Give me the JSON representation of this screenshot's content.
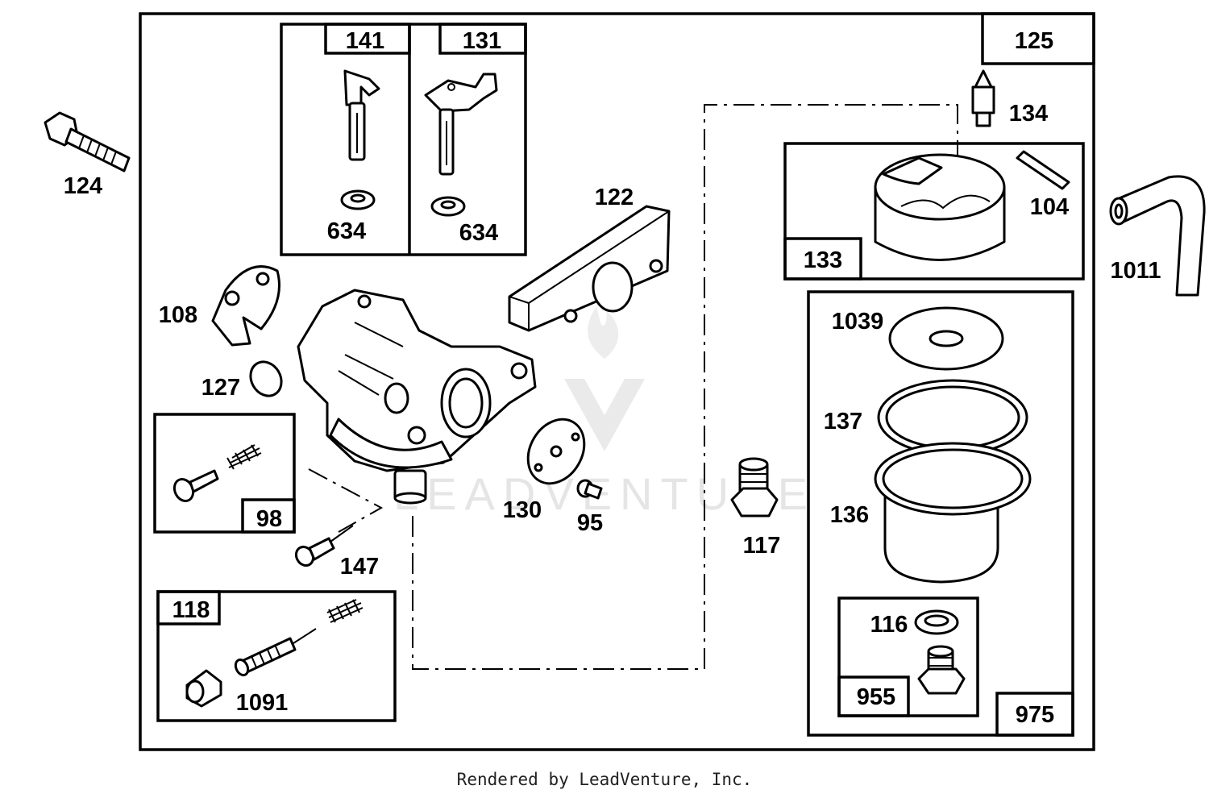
{
  "diagram": {
    "watermark": "LEADVENTURE",
    "labels": {
      "p124": "124",
      "p141": "141",
      "p131": "131",
      "p634a": "634",
      "p634b": "634",
      "p125": "125",
      "p134": "134",
      "p104": "104",
      "p133": "133",
      "p1011": "1011",
      "p122": "122",
      "p108": "108",
      "p127": "127",
      "p98": "98",
      "p147": "147",
      "p118": "118",
      "p1091": "1091",
      "p130": "130",
      "p95": "95",
      "p117": "117",
      "p1039": "1039",
      "p137": "137",
      "p136": "136",
      "p116": "116",
      "p955": "955",
      "p975": "975"
    }
  },
  "footer": {
    "credit": "Rendered by LeadVenture, Inc."
  }
}
